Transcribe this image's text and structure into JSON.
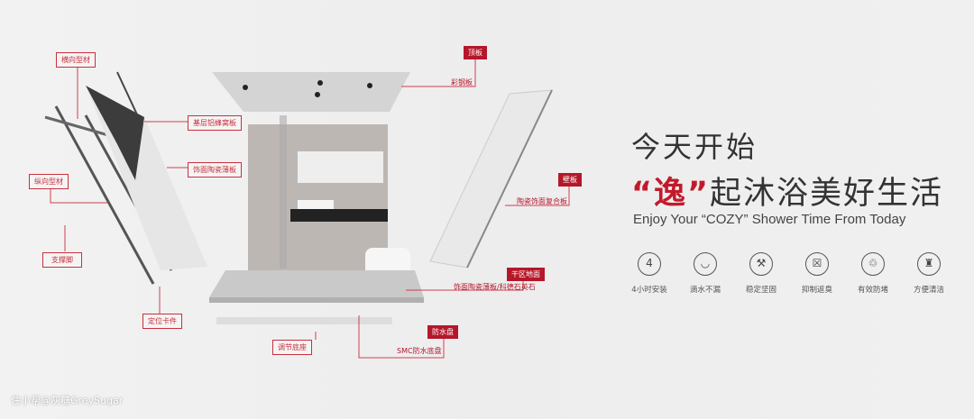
{
  "diagram": {
    "labels": {
      "horizontal_profile": "横向型材",
      "base_panel": "基层铝蜂窝板",
      "finish_panel": "饰面陶瓷薄板",
      "vertical_profile": "纵向型材",
      "support_leg": "支撑脚",
      "locator_clip": "定位卡件",
      "ceiling": "顶板",
      "ceiling_sub": "彩钢板",
      "wall": "壁板",
      "wall_sub": "陶瓷饰面复合板",
      "dry_floor": "干区地面",
      "dry_floor_sub": "饰面陶瓷薄板/科德石英石",
      "tray": "防水盘",
      "tray_sub": "SMC防水底盘",
      "adjust_base": "调节底座"
    }
  },
  "headline": {
    "line1": "今天开始",
    "highlight": "“逸”",
    "line2_rest": "起沐浴美好生活",
    "english": "Enjoy Your  “COZY”  Shower Time From Today"
  },
  "features": [
    {
      "icon": "clock-icon",
      "glyph": "4",
      "label": "4小时安装"
    },
    {
      "icon": "water-drop-icon",
      "glyph": "◡",
      "label": "滴水不漏"
    },
    {
      "icon": "hammer-icon",
      "glyph": "⚒",
      "label": "稳定坚固"
    },
    {
      "icon": "odor-trap-icon",
      "glyph": "☒",
      "label": "抑制返臭"
    },
    {
      "icon": "recycle-icon",
      "glyph": "♲",
      "label": "有效防堵"
    },
    {
      "icon": "spray-bottle-icon",
      "glyph": "♜",
      "label": "方便清洁"
    }
  ],
  "watermark": "住小帮@灰糖GreySugar",
  "colors": {
    "accent": "#b5172a",
    "text": "#333333"
  }
}
